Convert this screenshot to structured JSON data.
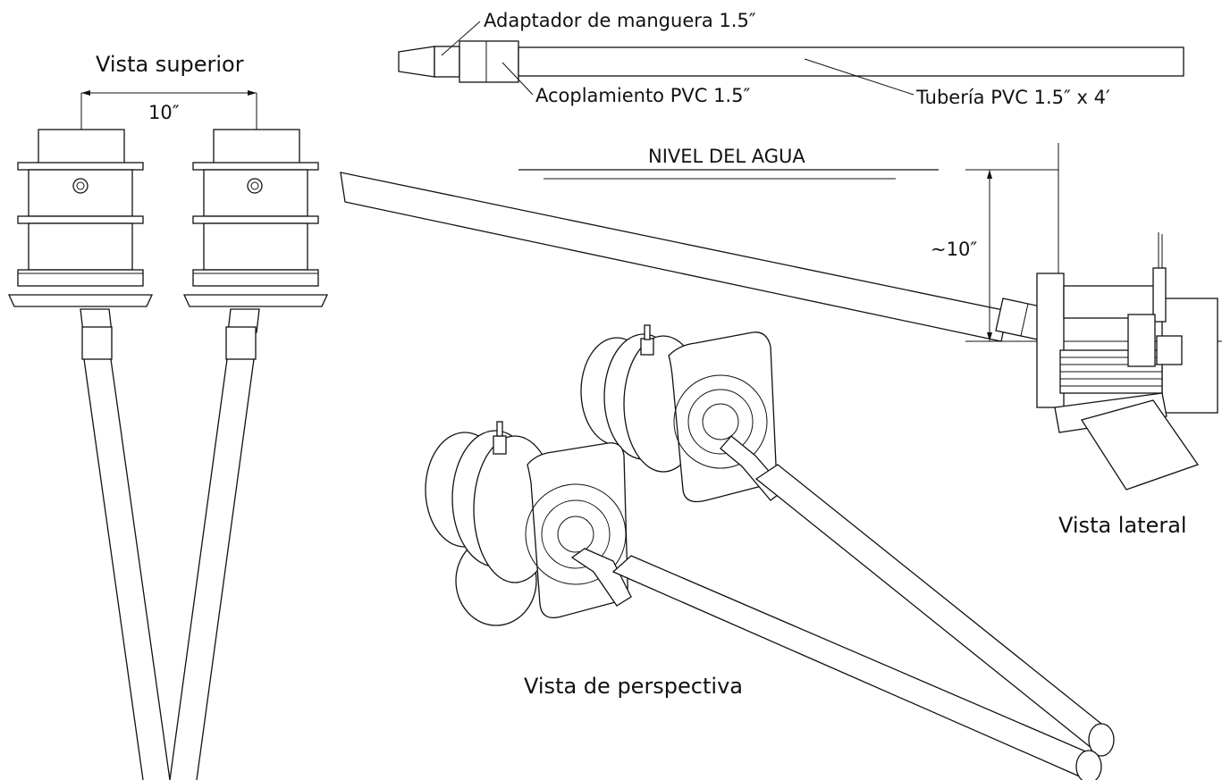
{
  "labels": {
    "top_view": "Vista superior",
    "top_spacing": "10″",
    "hose_adapter": "Adaptador de manguera 1.5″",
    "pvc_coupling": "Acoplamiento PVC 1.5″",
    "pvc_pipe": "Tubería PVC 1.5″ x 4′",
    "water_level": "NIVEL DEL AGUA",
    "depth": "~10″",
    "side_view": "Vista lateral",
    "perspective_view": "Vista de perspectiva"
  }
}
